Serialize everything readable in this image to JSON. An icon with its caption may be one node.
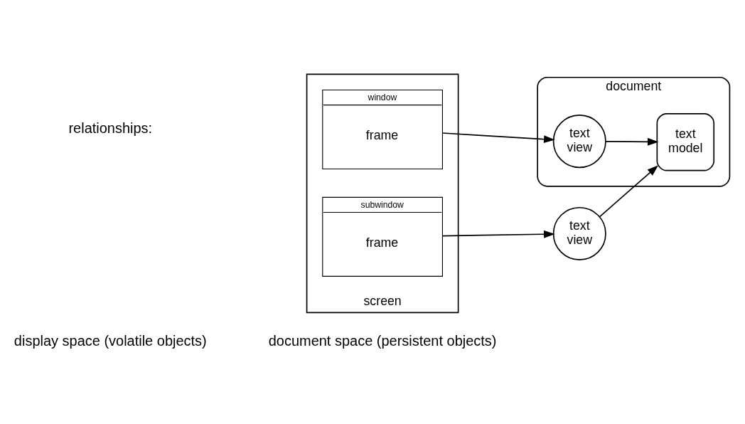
{
  "diagram": {
    "nodes": [
      {
        "text": [
          "screen"
        ]
      },
      {
        "text": [
          "window",
          "frame"
        ],
        "in": 0
      },
      {
        "text": [
          "subwindow",
          "frame"
        ],
        "in": 0
      },
      {
        "text": [
          "text view"
        ]
      },
      {
        "text": [
          "document"
        ]
      },
      {
        "text": [
          "text view"
        ],
        "in": 4
      },
      {
        "text": [
          "text model"
        ],
        "in": 4
      }
    ],
    "edges": [
      {
        "from": 1,
        "to": 5,
        "arrow": "to"
      },
      {
        "from": 2,
        "to": 3,
        "arrow": "to"
      },
      {
        "from": 5,
        "to": 6,
        "arrow": "to"
      },
      {
        "from": 3,
        "to": 6,
        "arrow": "to"
      }
    ],
    "labels": [
      "display space (volatile objects)",
      "document space (persistent objects)",
      "relationships:"
    ]
  }
}
